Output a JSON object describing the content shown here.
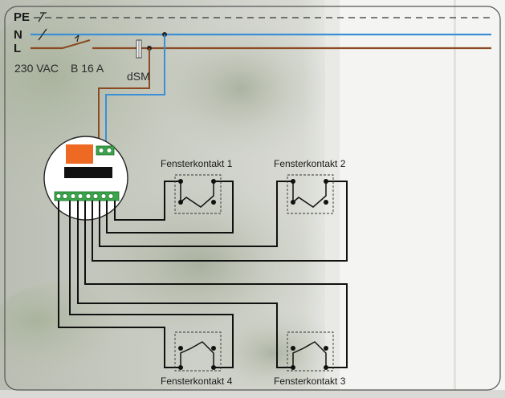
{
  "bus": {
    "pe_label": "PE",
    "n_label": "N",
    "l_label": "L"
  },
  "supply": {
    "voltage": "230 VAC",
    "breaker": "B 16 A",
    "meter": "dSM"
  },
  "contacts": [
    {
      "label": "Fensterkontakt 1"
    },
    {
      "label": "Fensterkontakt 2"
    },
    {
      "label": "Fensterkontakt 4"
    },
    {
      "label": "Fensterkontakt 3"
    }
  ],
  "colors": {
    "neutral_wire": "#3a8fd6",
    "line_wire": "#8a4a22",
    "signal_wire": "#111111",
    "relay": "#ee6a22",
    "terminal": "#3aa64a",
    "frame": "#555555"
  }
}
